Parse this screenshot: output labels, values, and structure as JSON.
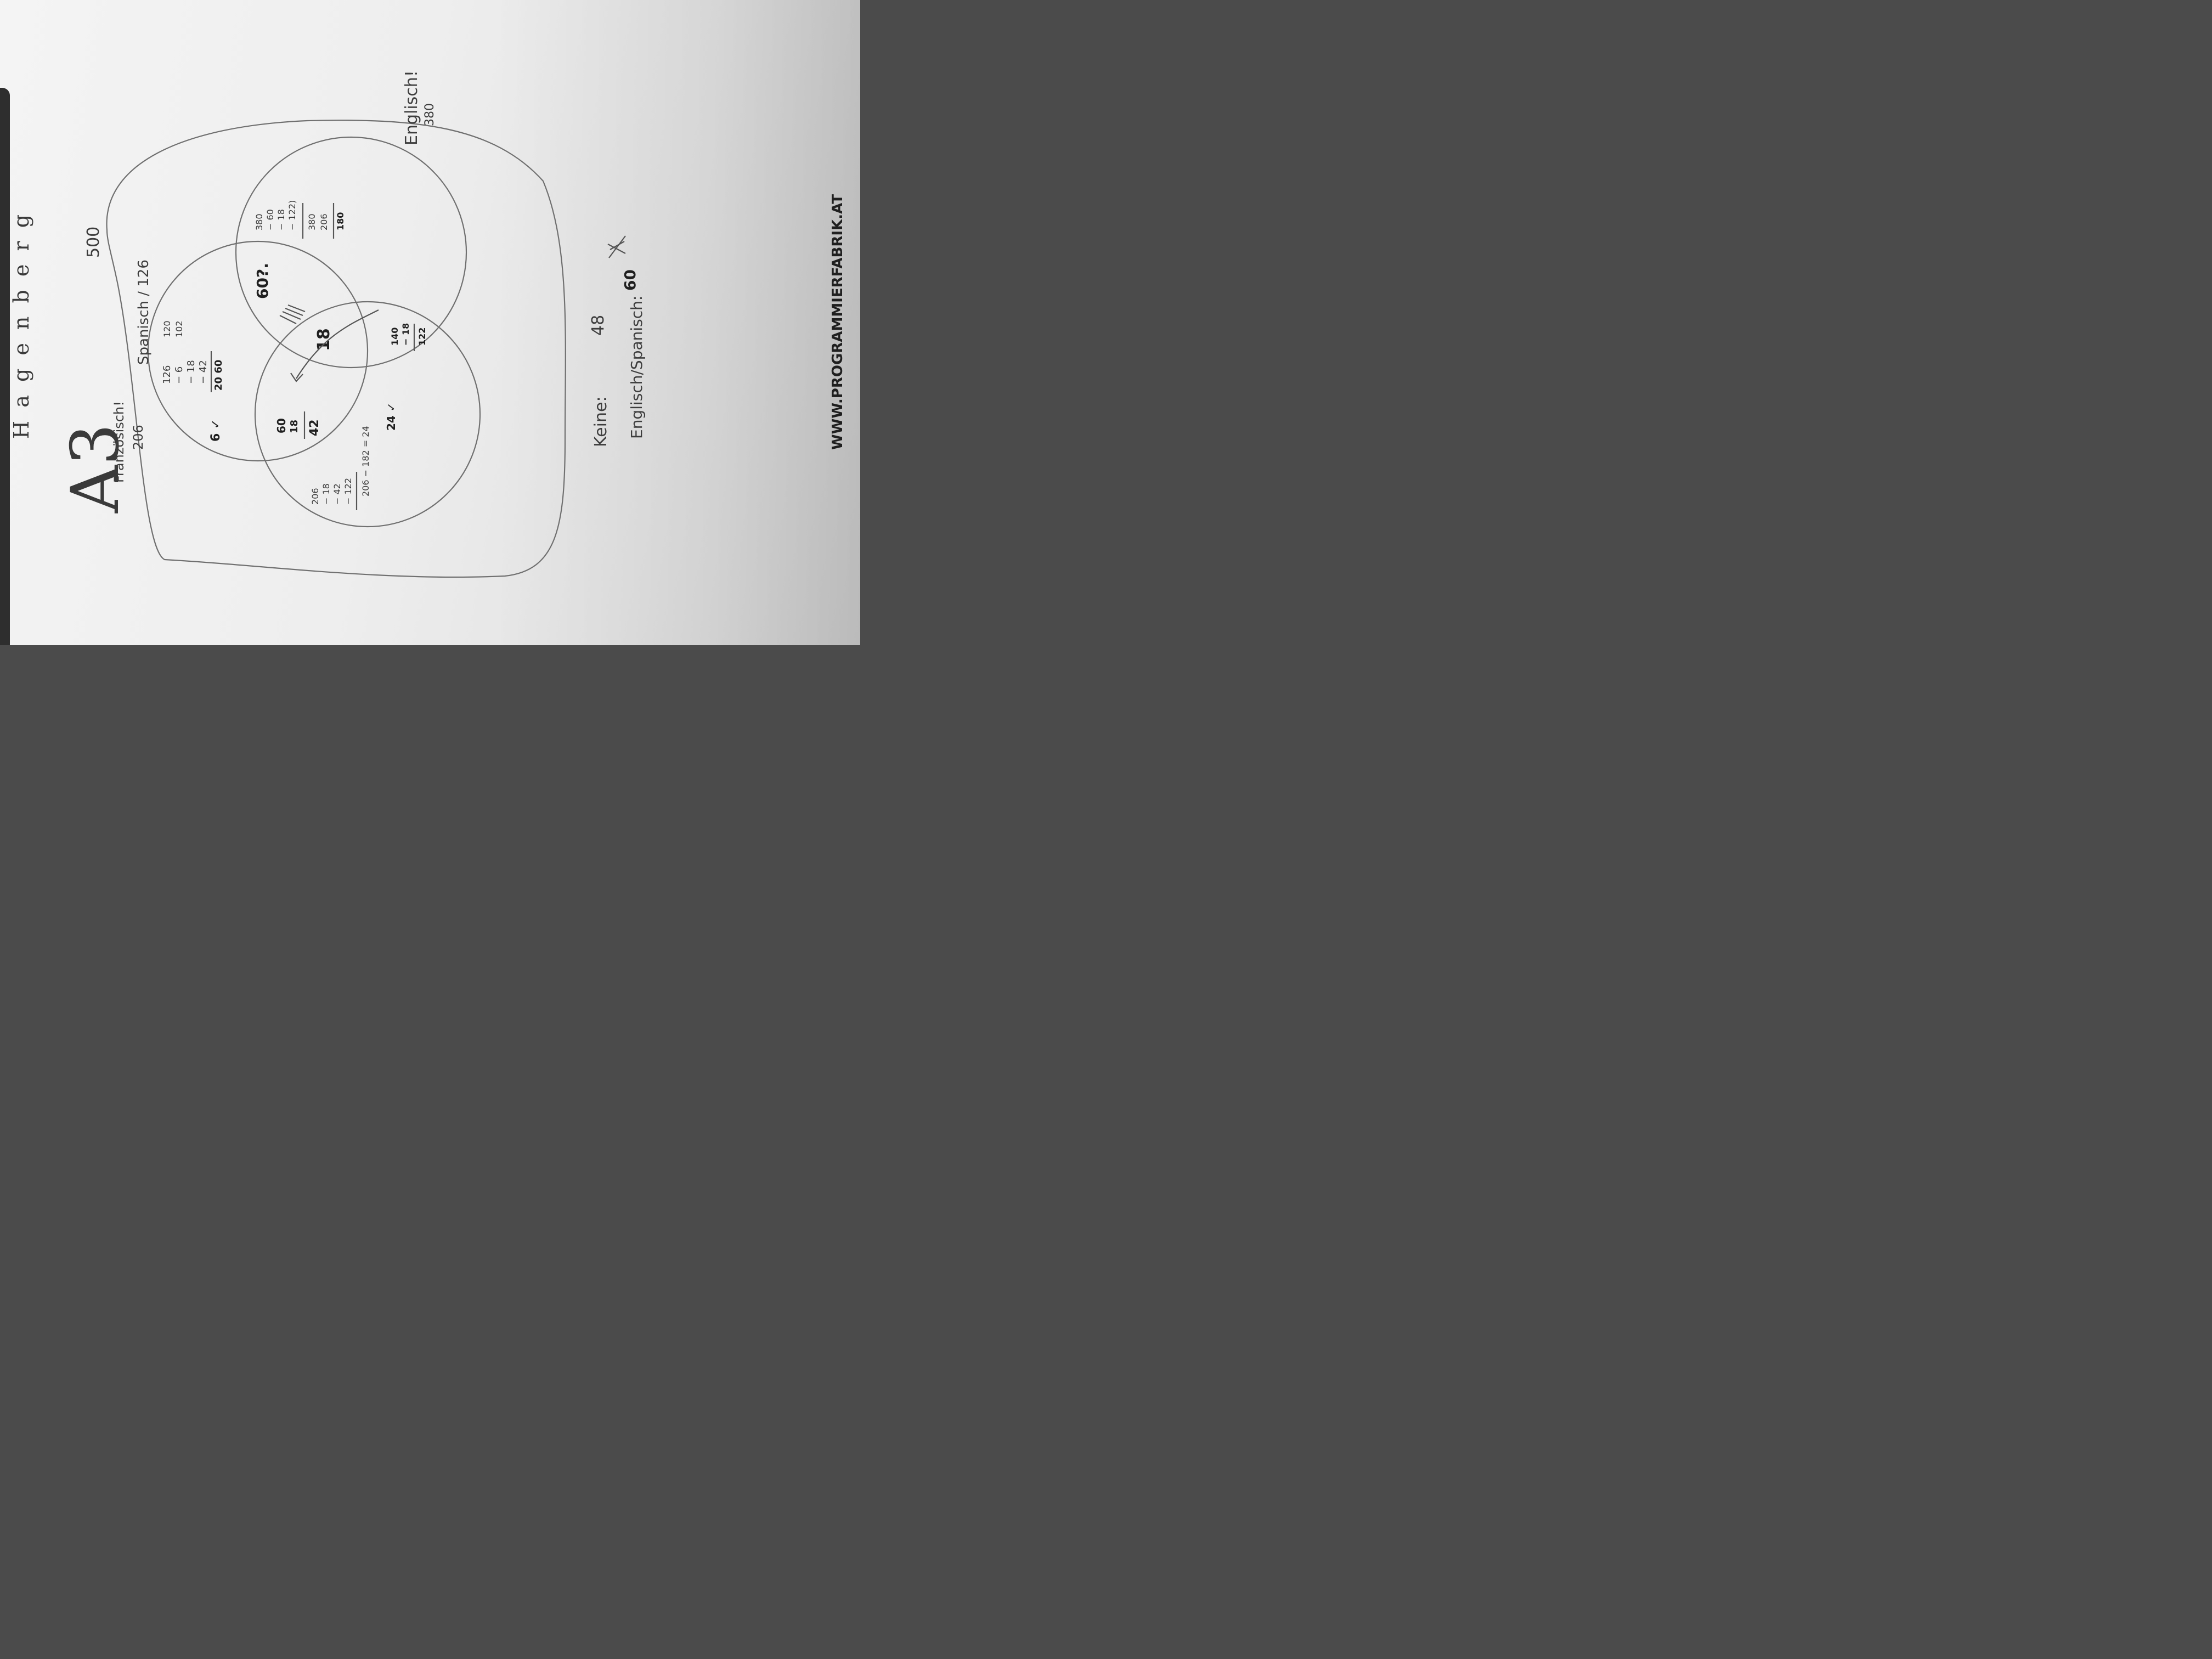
{
  "header": {
    "title": "H a g e n b e r g",
    "section": "A3",
    "footer_url": "WWW.PROGRAMMIERFABRIK.AT"
  },
  "diagram": {
    "universe_total": "500",
    "sets": {
      "spanish": {
        "label": "Spanisch / 126"
      },
      "english": {
        "label": "Englisch!",
        "total": "380"
      },
      "french": {
        "label": "Französisch!",
        "total": "206"
      }
    },
    "regions": {
      "spanish_only": "6 ✓",
      "spanish_english": "60?.",
      "spanish_french": "60 - 18 = 42",
      "center": "18",
      "french_only": "24 ✓",
      "english_french": "140 - 18 = 122"
    },
    "calculations": {
      "spanish_col1": [
        "126",
        "− 6",
        "− 18",
        "− 42",
        "20 60"
      ],
      "spanish_col2": [
        "120",
        "102"
      ],
      "english_calc": [
        "380",
        "− 60",
        "− 18",
        "− 122)",
        "380",
        "206",
        "180"
      ],
      "french_calc": [
        "206",
        "− 18",
        "− 42",
        "− 122"
      ],
      "french_bottom": "206 − 182 = 24",
      "region_60_18": [
        "60",
        "18",
        "42"
      ],
      "region_140": [
        "140",
        "− 18",
        "122"
      ]
    }
  },
  "notes": {
    "keine_label": "Keine:",
    "keine_value": "48",
    "english_spanish_label": "Englisch/Spanisch:",
    "english_spanish_value": "60"
  }
}
